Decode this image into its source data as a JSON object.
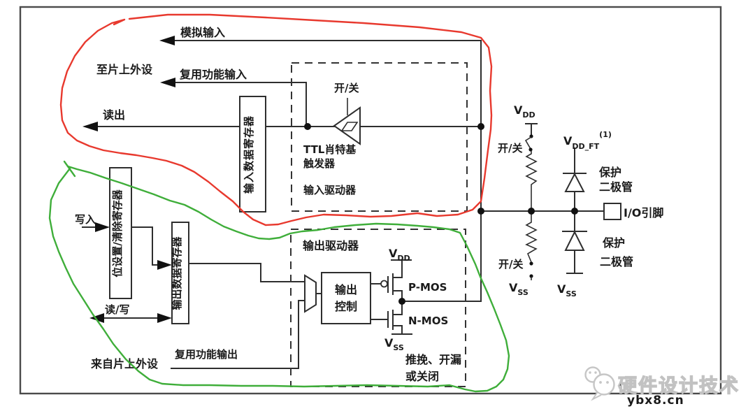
{
  "labels": {
    "analog_input": "模拟输入",
    "to_onchip": "至片上外设",
    "af_input": "复用功能输入",
    "read": "读出",
    "input_data_reg": "输入数据寄存器",
    "schmitt_on_off": "开/关",
    "ttl_schmitt_1": "TTL肖特基",
    "ttl_schmitt_2": "触发器",
    "input_driver": "输入驱动器",
    "write": "写入",
    "bit_set_clear_reg": "位设置/清除寄存器",
    "output_data_reg": "输出数据寄存器",
    "read_write": "读/写",
    "from_onchip": "来自片上外设",
    "af_output": "复用功能输出",
    "output_driver": "输出驱动器",
    "output_control_1": "输出",
    "output_control_2": "控制",
    "pmos": "P-MOS",
    "nmos": "N-MOS",
    "mode_1": "推挽、开漏",
    "mode_2": "或关闭",
    "pullup_on_off": "开/关",
    "pulldown_on_off": "开/关",
    "protect_1": "保护",
    "protect_2": "二极管",
    "io_pin": "I/O引脚"
  },
  "power": {
    "v": "V",
    "dd": "DD",
    "ss": "SS",
    "dd_ft": "DD_FT",
    "ft_note": "(1)"
  },
  "watermark": {
    "brand": "硬件设计技术",
    "site": "ybx8.cn"
  },
  "colors": {
    "red": "#e8392e",
    "green": "#3fae3a",
    "line": "#2e2e2e",
    "border": "#4a4a4a",
    "watermark": "#c6c6c6"
  }
}
